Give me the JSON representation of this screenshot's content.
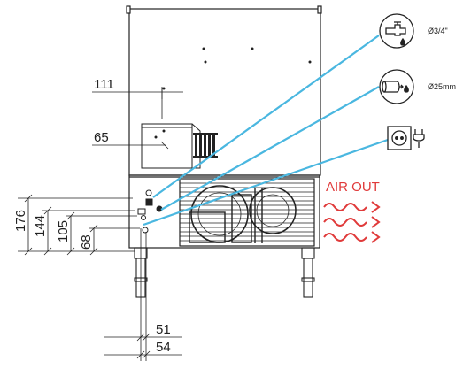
{
  "dimensions": {
    "d111": "111",
    "d65": "65",
    "d176": "176",
    "d144": "144",
    "d105": "105",
    "d68": "68",
    "d51": "51",
    "d54": "54"
  },
  "connections": [
    {
      "icon": "water-inlet-tap-icon",
      "label": "Ø3/4\""
    },
    {
      "icon": "drain-pipe-icon",
      "label": "Ø25mm"
    },
    {
      "icon": "power-socket-plug-icon",
      "label": ""
    }
  ],
  "air_out_label": "AIR OUT",
  "colors": {
    "leader_line": "#4ab7e0",
    "air_out": "#e03a3a",
    "drawing": "#222222"
  }
}
